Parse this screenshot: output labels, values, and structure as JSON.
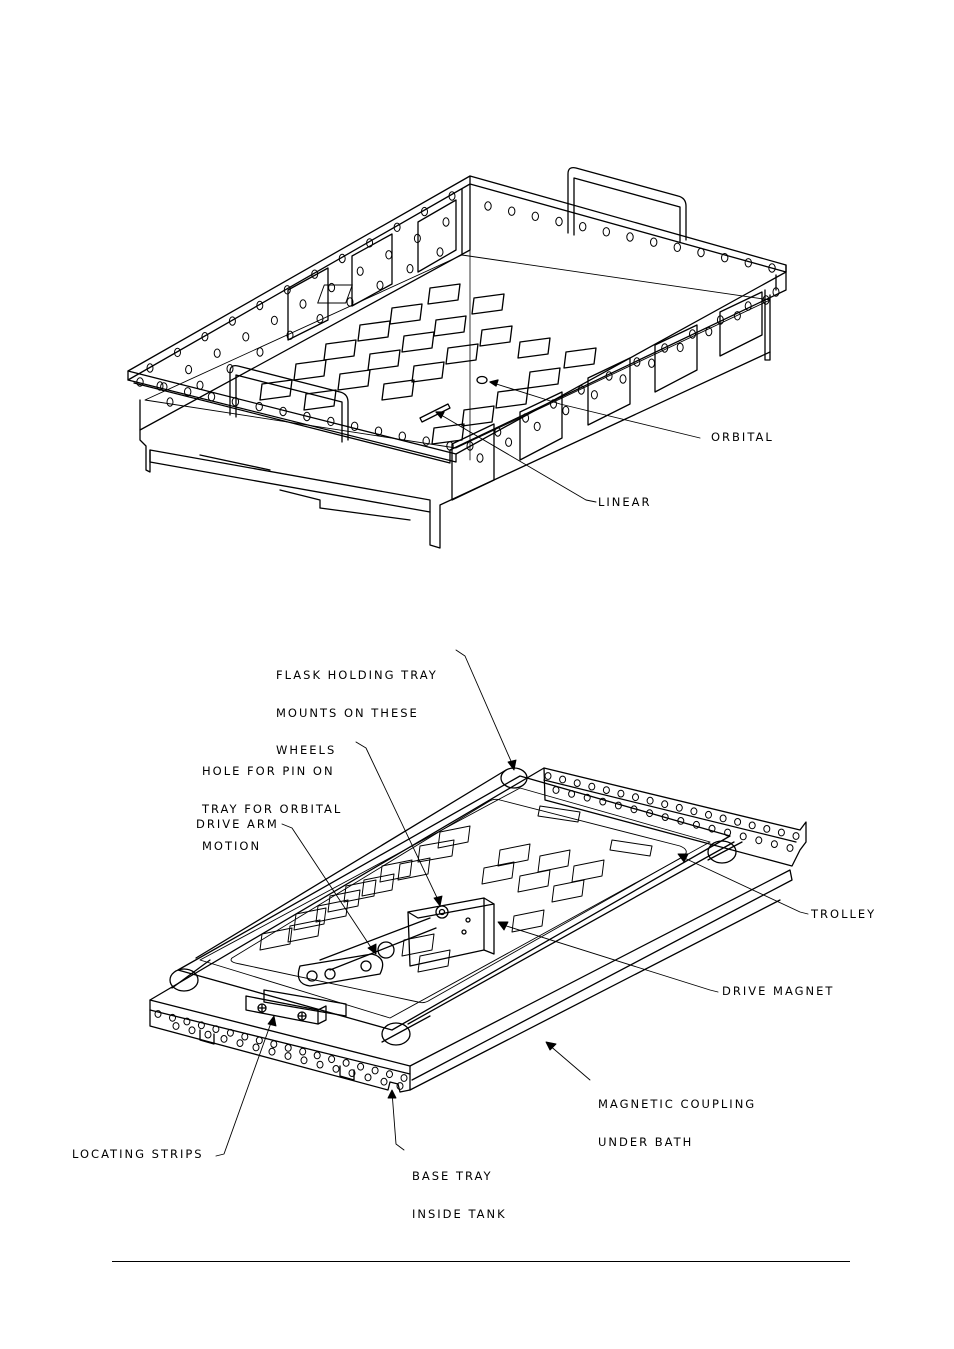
{
  "labels": {
    "orbital": "ORBITAL",
    "linear": "LINEAR",
    "flask_tray": [
      "FLASK HOLDING TRAY",
      "MOUNTS ON THESE",
      "WHEELS"
    ],
    "hole_pin": [
      "HOLE FOR PIN ON",
      "TRAY FOR ORBITAL",
      "MOTION"
    ],
    "drive_arm": "DRIVE ARM",
    "trolley": "TROLLEY",
    "drive_magnet": "DRIVE MAGNET",
    "magnetic_coupling": [
      "MAGNETIC COUPLING",
      "UNDER BATH"
    ],
    "locating_strips": "LOCATING STRIPS",
    "base_tray": [
      "BASE TRAY",
      "INSIDE TANK"
    ]
  }
}
